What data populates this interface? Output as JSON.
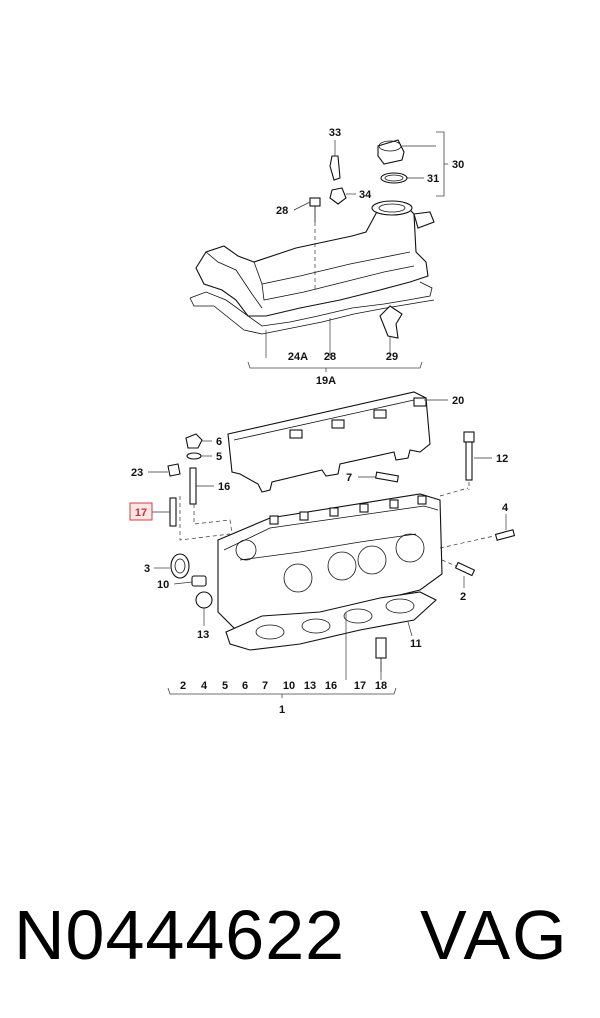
{
  "diagram": {
    "callouts": {
      "c33": "33",
      "c30": "30",
      "c31": "31",
      "c34": "34",
      "c28a": "28",
      "c24A": "24A",
      "c28b": "28",
      "c29": "29",
      "c19A": "19A",
      "c20": "20",
      "c6": "6",
      "c5": "5",
      "c12": "12",
      "c23": "23",
      "c16": "16",
      "c7": "7",
      "c17": "17",
      "c4": "4",
      "c3": "3",
      "c10": "10",
      "c2": "2",
      "c13": "13",
      "c11": "11",
      "c1": "1"
    },
    "bottom_row": [
      "2",
      "4",
      "5",
      "6",
      "7",
      "10",
      "13",
      "16",
      "17",
      "18"
    ],
    "highlight_color": "#c83232"
  },
  "footer": {
    "part_number": "N0444622",
    "brand": "VAG"
  }
}
